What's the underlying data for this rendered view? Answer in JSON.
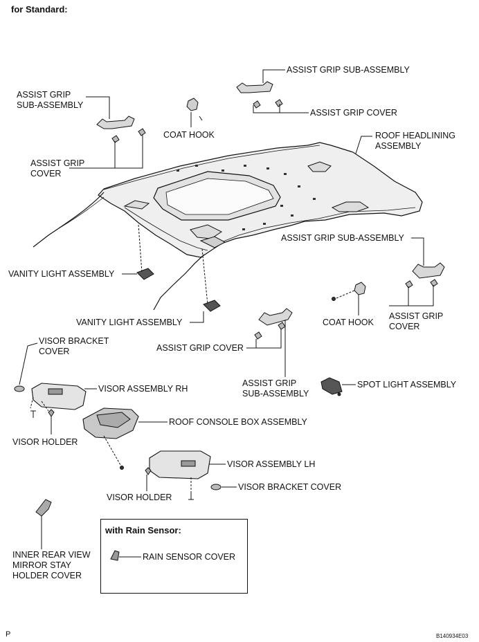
{
  "header": {
    "title": "for Standard:"
  },
  "labels": {
    "assist_grip_sub_assembly_top": "ASSIST GRIP SUB-ASSEMBLY",
    "assist_grip_cover_top": "ASSIST GRIP COVER",
    "assist_grip_sub_assembly_left": "ASSIST GRIP\nSUB-ASSEMBLY",
    "assist_grip_cover_left": "ASSIST GRIP\nCOVER",
    "coat_hook_top": "COAT HOOK",
    "roof_headlining_assembly": "ROOF HEADLINING\nASSEMBLY",
    "assist_grip_sub_assembly_right": "ASSIST GRIP SUB-ASSEMBLY",
    "vanity_light_assembly_1": "VANITY LIGHT ASSEMBLY",
    "vanity_light_assembly_2": "VANITY LIGHT ASSEMBLY",
    "coat_hook_right": "COAT HOOK",
    "assist_grip_cover_right": "ASSIST GRIP\nCOVER",
    "assist_grip_cover_mid": "ASSIST GRIP COVER",
    "assist_grip_sub_assembly_mid": "ASSIST GRIP\nSUB-ASSEMBLY",
    "visor_bracket_cover_left": "VISOR BRACKET\nCOVER",
    "visor_assembly_rh": "VISOR ASSEMBLY RH",
    "spot_light_assembly": "SPOT LIGHT ASSEMBLY",
    "roof_console_box_assembly": "ROOF CONSOLE BOX ASSEMBLY",
    "visor_holder_left": "VISOR HOLDER",
    "visor_assembly_lh": "VISOR ASSEMBLY LH",
    "visor_holder_mid": "VISOR HOLDER",
    "visor_bracket_cover_right": "VISOR BRACKET COVER",
    "inner_rear_view_mirror_stay_holder_cover": "INNER REAR VIEW\nMIRROR STAY\nHOLDER COVER"
  },
  "inset": {
    "title": "with Rain Sensor:",
    "rain_sensor_cover": "RAIN SENSOR COVER"
  },
  "footer": {
    "left": "P",
    "right": "B140934E03"
  }
}
